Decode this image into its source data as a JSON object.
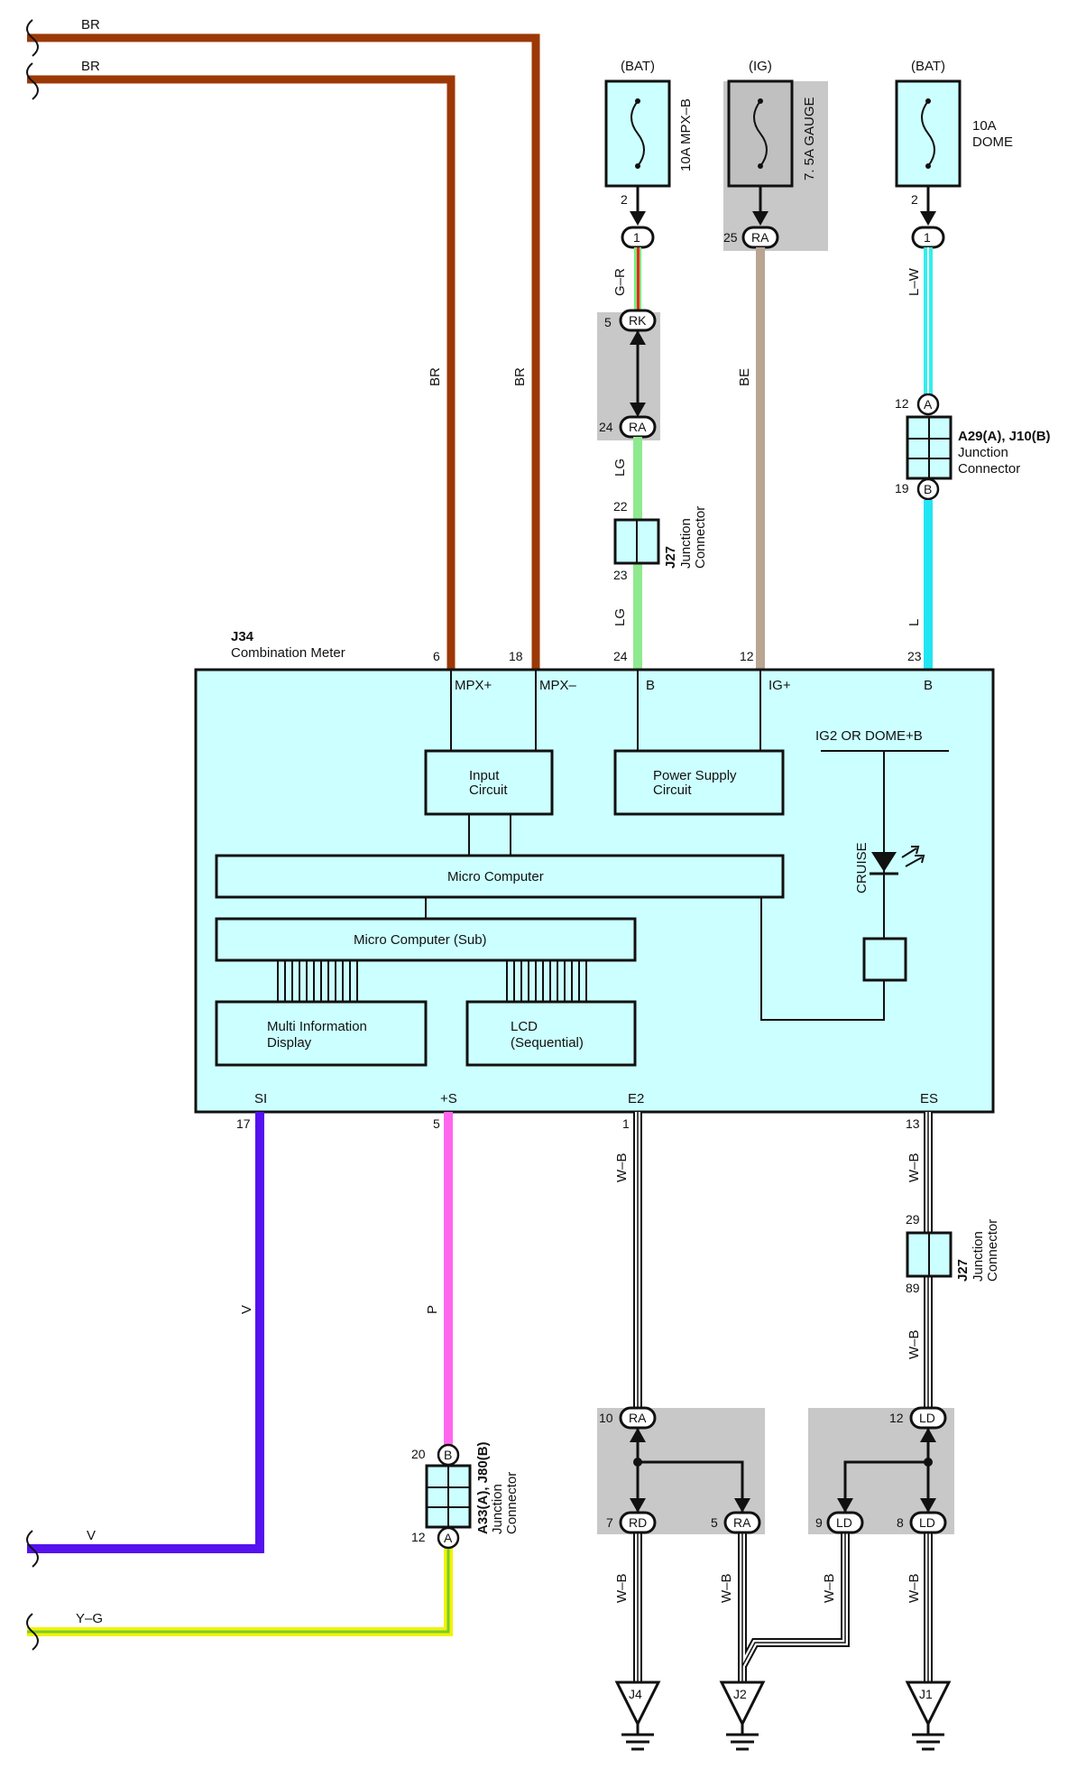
{
  "colors": {
    "br": "#9c3806",
    "g_r_green": "#77ee77",
    "g_r_red": "#ee2222",
    "lg": "#8fe98f",
    "be": "#b8a592",
    "l_w": "#33eeee",
    "l": "#22e5f2",
    "v": "#5511ee",
    "p": "#ff66ee",
    "y_g_yellow": "#f2f200",
    "y_g_green": "#77cc33",
    "meter_fill": "#ccffff",
    "connector_shade": "#c8c8c8"
  },
  "left_wires": [
    {
      "label": "BR"
    },
    {
      "label": "BR"
    },
    {
      "label": "V"
    },
    {
      "label": "Y–G"
    }
  ],
  "fuses": [
    {
      "supply": "(BAT)",
      "rating": "10A MPX–B",
      "pin": "2",
      "connector": "1",
      "wire": "G–R",
      "icon": "fuse-icon"
    },
    {
      "supply": "(IG)",
      "rating": "7. 5A GAUGE",
      "pin": "25",
      "connector": "RA",
      "wire": "BE",
      "icon": "fuse-icon"
    },
    {
      "supply": "(BAT)",
      "rating_line1": "10A",
      "rating_line2": "DOME",
      "pin": "2",
      "connector": "1",
      "wire": "L–W",
      "icon": "fuse-icon"
    }
  ],
  "upper_connectors": {
    "rk": {
      "pin": "5",
      "label": "RK"
    },
    "ra": {
      "pin": "24",
      "label": "RA"
    },
    "j27_top": {
      "pin_in": "22",
      "pin_out": "23",
      "code": "J27",
      "line1": "Junction",
      "line2": "Connector"
    },
    "a29": {
      "pin_a": "12",
      "tag_a": "A",
      "pin_b": "19",
      "tag_b": "B",
      "code": "A29(A), J10(B)",
      "line1": "Junction",
      "line2": "Connector"
    }
  },
  "wire_labels": {
    "br_left": "BR",
    "br_right": "BR",
    "lg_upper": "LG",
    "lg_lower": "LG",
    "be": "BE",
    "l": "L",
    "v": "V",
    "p": "P",
    "wb_e2": "W–B",
    "wb_es_upper": "W–B",
    "wb_es_lower": "W–B",
    "wb_rd": "W–B",
    "wb_ra": "W–B",
    "wb_ld9": "W–B",
    "wb_ld8": "W–B"
  },
  "meter": {
    "code": "J34",
    "name": "Combination Meter",
    "top_pins": [
      {
        "num": "6",
        "term": "MPX+"
      },
      {
        "num": "18",
        "term": "MPX–"
      },
      {
        "num": "24",
        "term": "B"
      },
      {
        "num": "12",
        "term": "IG+"
      },
      {
        "num": "23",
        "term": "B"
      }
    ],
    "bottom_pins": [
      {
        "num": "17",
        "term": "SI"
      },
      {
        "num": "5",
        "term": "+S"
      },
      {
        "num": "1",
        "term": "E2"
      },
      {
        "num": "13",
        "term": "ES"
      }
    ],
    "input_circuit": [
      "Input",
      "Circuit"
    ],
    "power_supply": [
      "Power Supply",
      "Circuit"
    ],
    "micro_computer": "Micro Computer",
    "micro_computer_sub": "Micro Computer (Sub)",
    "multi_info": [
      "Multi Information",
      "Display"
    ],
    "lcd": [
      "LCD",
      "(Sequential)"
    ],
    "ig2_dome": "IG2 OR DOME+B",
    "cruise": "CRUISE"
  },
  "lower_connectors": {
    "j27_bottom": {
      "pin_in": "29",
      "pin_out": "89",
      "code": "J27",
      "line1": "Junction",
      "line2": "Connector"
    },
    "a33": {
      "pin_b": "20",
      "tag_b": "B",
      "pin_a": "12",
      "tag_a": "A",
      "code": "A33(A), J80(B)",
      "line1": "Junction",
      "line2": "Connector"
    },
    "ra10": {
      "pin": "10",
      "label": "RA"
    },
    "rd7": {
      "pin": "7",
      "label": "RD"
    },
    "ra5": {
      "pin": "5",
      "label": "RA"
    },
    "ld12": {
      "pin": "12",
      "label": "LD"
    },
    "ld9": {
      "pin": "9",
      "label": "LD"
    },
    "ld8": {
      "pin": "8",
      "label": "LD"
    }
  },
  "grounds": [
    {
      "label": "J4",
      "icon": "ground-icon"
    },
    {
      "label": "J2",
      "icon": "ground-icon"
    },
    {
      "label": "J1",
      "icon": "ground-icon"
    }
  ]
}
